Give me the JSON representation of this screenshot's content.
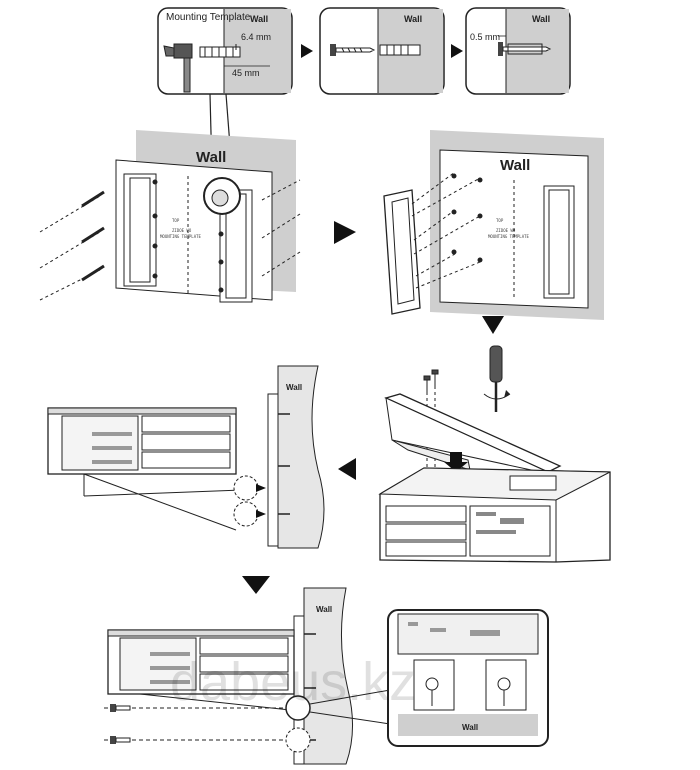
{
  "step1": {
    "template_label": "Mounting Template",
    "wall_label": "Wall",
    "dim_depth": "6.4 mm",
    "dim_length": "45 mm"
  },
  "step2": {
    "wall_label": "Wall"
  },
  "step3": {
    "wall_label": "Wall",
    "dim_gap": "0.5 mm"
  },
  "mount_a": {
    "wall_label": "Wall",
    "template_small_1": "TOP",
    "template_small_2": "ZIDOE WO",
    "template_small_3": "MOUNTING TEMPLATE"
  },
  "mount_b": {
    "wall_label": "Wall",
    "template_small_1": "TOP",
    "template_small_2": "ZIDOE WO",
    "template_small_3": "MOUNTING TEMPLATE"
  },
  "hang_wall": {
    "wall_label": "Wall"
  },
  "final_wall": {
    "wall_label": "Wall"
  },
  "detail": {
    "wall_label": "Wall"
  },
  "watermark": "dabeus.kz",
  "colors": {
    "line": "#222222",
    "wall_gray": "#cfcfcf",
    "wall_light": "#e9e9e9",
    "arrow": "#111111"
  }
}
